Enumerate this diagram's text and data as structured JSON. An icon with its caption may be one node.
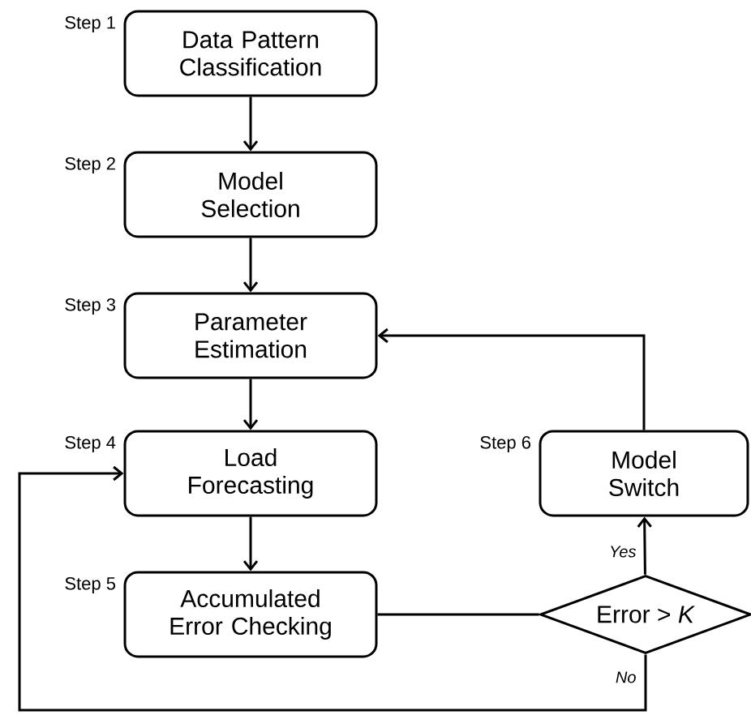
{
  "diagram": {
    "nodes": [
      {
        "text": [
          "Data Pattern Classification"
        ],
        "beside": [
          "Step 1"
        ]
      },
      {
        "text": [
          "Model Selection"
        ],
        "beside": [
          "Step 2"
        ]
      },
      {
        "text": [
          "Parameter Estimation"
        ],
        "beside": [
          "Step 3"
        ]
      },
      {
        "text": [
          "Load Forecasting"
        ],
        "beside": [
          "Step 4"
        ]
      },
      {
        "text": [
          "Model Switch"
        ],
        "beside": [
          "Step 6"
        ]
      },
      {
        "text": [
          "Accumulated Error Checking"
        ],
        "beside": [
          "Step 5"
        ]
      },
      {
        "text": [
          "Error > *K*"
        ]
      }
    ],
    "edges": [
      {
        "from": 0,
        "to": 1,
        "arrow": "to"
      },
      {
        "from": 1,
        "to": 2,
        "arrow": "to"
      },
      {
        "from": 2,
        "to": 3,
        "arrow": "to"
      },
      {
        "from": 3,
        "to": 5,
        "arrow": "to"
      },
      {
        "from": 5,
        "to": 6,
        "arrow": "none"
      },
      {
        "from": 6,
        "to": 4,
        "arrow": "to",
        "label": "Yes"
      },
      {
        "from": 6,
        "to": 3,
        "arrow": "to",
        "label": "No"
      },
      {
        "from": 4,
        "to": 2,
        "arrow": "to"
      }
    ]
  }
}
